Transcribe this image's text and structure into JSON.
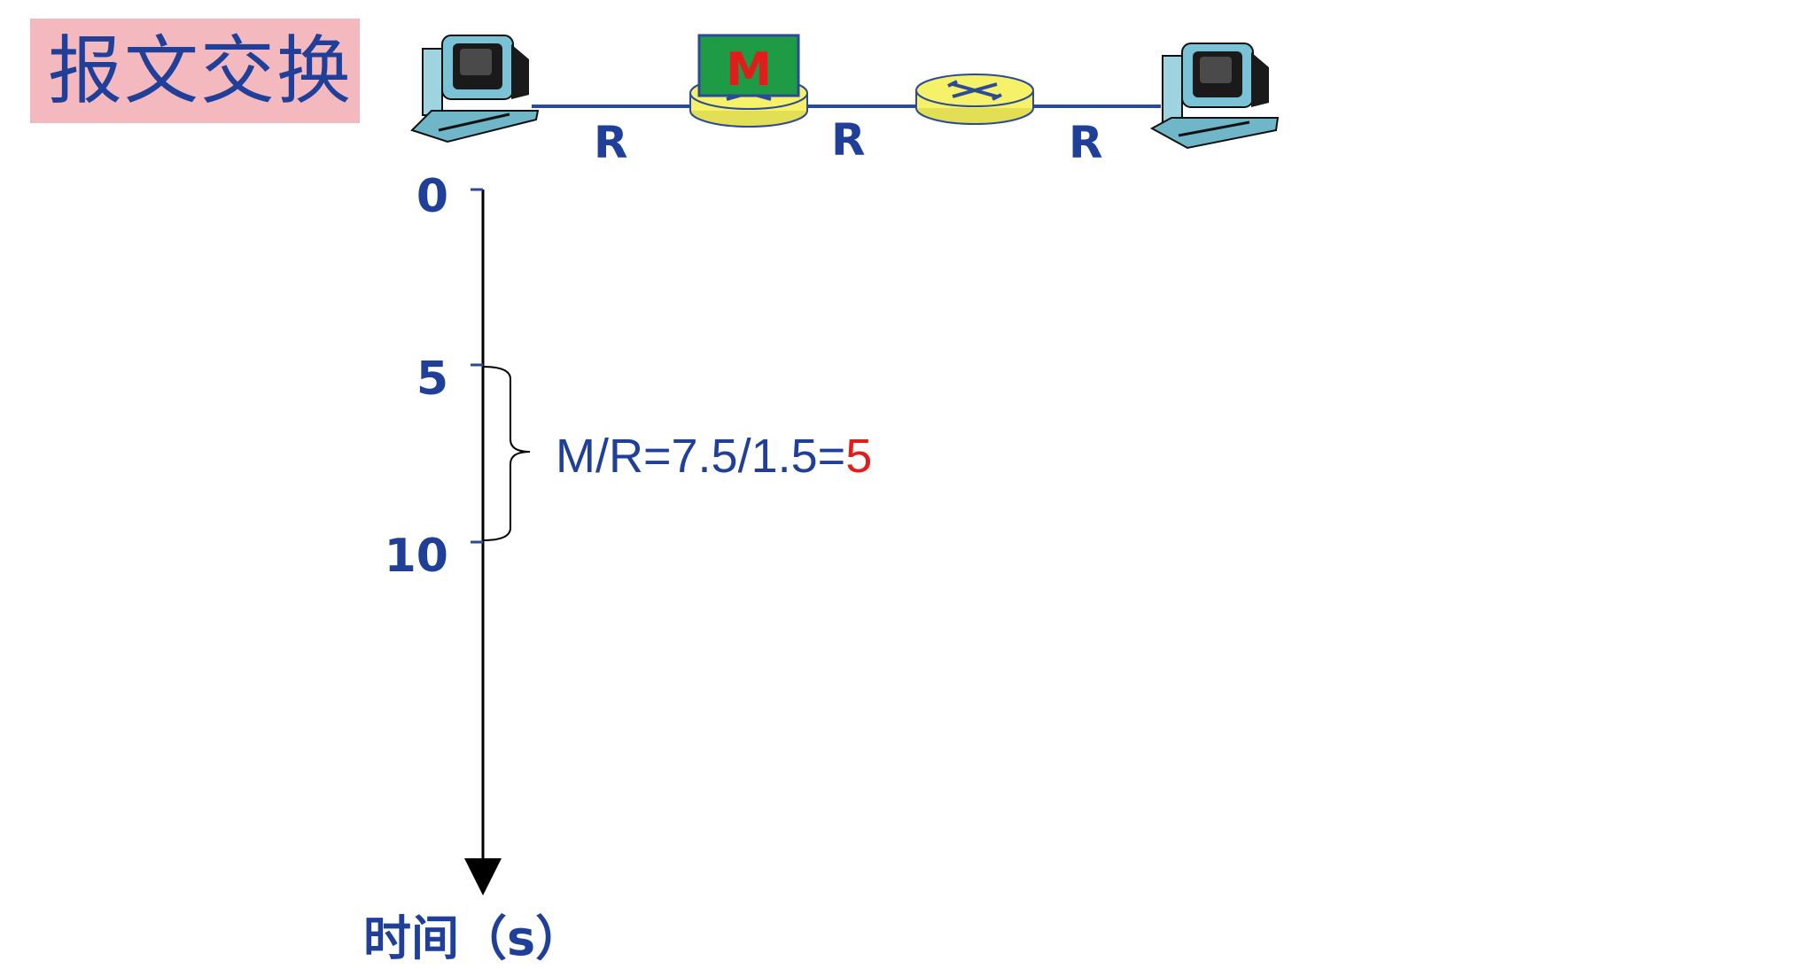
{
  "title": "报文交换",
  "links": {
    "link1_rate": "R",
    "link2_rate": "R",
    "link3_rate": "R"
  },
  "message_label": "M",
  "axis": {
    "ticks": [
      "0",
      "5",
      "10"
    ],
    "label": "时间（s）"
  },
  "annotation": {
    "formula_prefix": "M/R=7.5/1.5=",
    "formula_result": "5"
  },
  "colors": {
    "text_blue": "#1f3f99",
    "title_bg": "#f4b9bf",
    "router_yellow": "#f5f26a",
    "message_green": "#1f9a45",
    "accent_red": "#e21b1b",
    "link_line": "#2c4a9a"
  }
}
